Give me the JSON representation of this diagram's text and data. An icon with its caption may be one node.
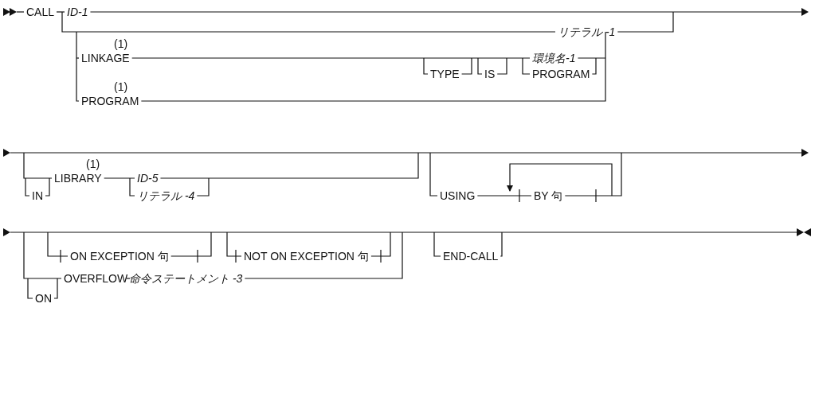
{
  "diagram": {
    "labels": [
      "CALL",
      "ID-1",
      "(1)",
      "リテラル -1",
      "LINKAGE",
      "TYPE",
      "IS",
      "環境名-1",
      "PROGRAM",
      "(1)",
      "PROGRAM",
      "(1)",
      "LIBRARY",
      "ID-5",
      "IN",
      "リテラル -4",
      "USING",
      "BY 句",
      "ON EXCEPTION 句",
      "NOT ON EXCEPTION 句",
      "END-CALL",
      "ON",
      "OVERFLOW",
      "命令ステートメント -3"
    ]
  }
}
